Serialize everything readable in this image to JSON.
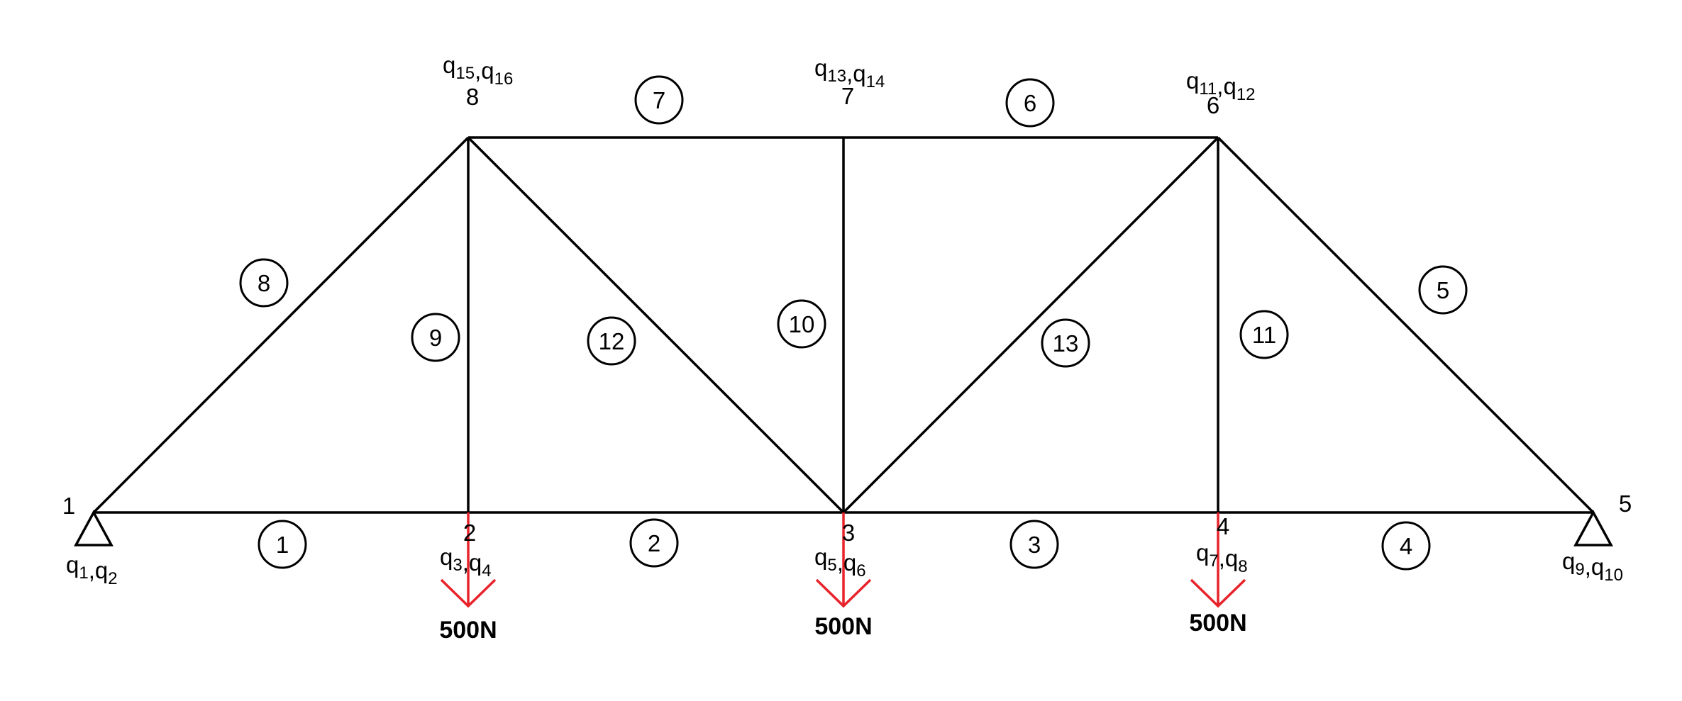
{
  "colors": {
    "member": "#000000",
    "load": "#e8232b",
    "background": "#ffffff"
  },
  "nodes": [
    {
      "id": "1",
      "dofs": [
        {
          "base": "q",
          "sub": "1"
        },
        {
          "base": "q",
          "sub": "2"
        }
      ]
    },
    {
      "id": "2",
      "dofs": [
        {
          "base": "q",
          "sub": "3"
        },
        {
          "base": "q",
          "sub": "4"
        }
      ]
    },
    {
      "id": "3",
      "dofs": [
        {
          "base": "q",
          "sub": "5"
        },
        {
          "base": "q",
          "sub": "6"
        }
      ]
    },
    {
      "id": "4",
      "dofs": [
        {
          "base": "q",
          "sub": "7"
        },
        {
          "base": "q",
          "sub": "8"
        }
      ]
    },
    {
      "id": "5",
      "dofs": [
        {
          "base": "q",
          "sub": "9"
        },
        {
          "base": "q",
          "sub": "10"
        }
      ]
    },
    {
      "id": "6",
      "dofs": [
        {
          "base": "q",
          "sub": "11"
        },
        {
          "base": "q",
          "sub": "12"
        }
      ]
    },
    {
      "id": "7",
      "dofs": [
        {
          "base": "q",
          "sub": "13"
        },
        {
          "base": "q",
          "sub": "14"
        }
      ]
    },
    {
      "id": "8",
      "dofs": [
        {
          "base": "q",
          "sub": "15"
        },
        {
          "base": "q",
          "sub": "16"
        }
      ]
    }
  ],
  "elements": [
    {
      "id": "1",
      "from": "1",
      "to": "2"
    },
    {
      "id": "2",
      "from": "2",
      "to": "3"
    },
    {
      "id": "3",
      "from": "3",
      "to": "4"
    },
    {
      "id": "4",
      "from": "4",
      "to": "5"
    },
    {
      "id": "5",
      "from": "5",
      "to": "6"
    },
    {
      "id": "6",
      "from": "6",
      "to": "7"
    },
    {
      "id": "7",
      "from": "7",
      "to": "8"
    },
    {
      "id": "8",
      "from": "8",
      "to": "1"
    },
    {
      "id": "9",
      "from": "2",
      "to": "8"
    },
    {
      "id": "10",
      "from": "3",
      "to": "7"
    },
    {
      "id": "11",
      "from": "4",
      "to": "6"
    },
    {
      "id": "12",
      "from": "8",
      "to": "3"
    },
    {
      "id": "13",
      "from": "3",
      "to": "6"
    }
  ],
  "supports": [
    {
      "node": "1"
    },
    {
      "node": "5"
    }
  ],
  "loads": [
    {
      "node": "2",
      "value": "500N"
    },
    {
      "node": "3",
      "value": "500N"
    },
    {
      "node": "4",
      "value": "500N"
    }
  ]
}
